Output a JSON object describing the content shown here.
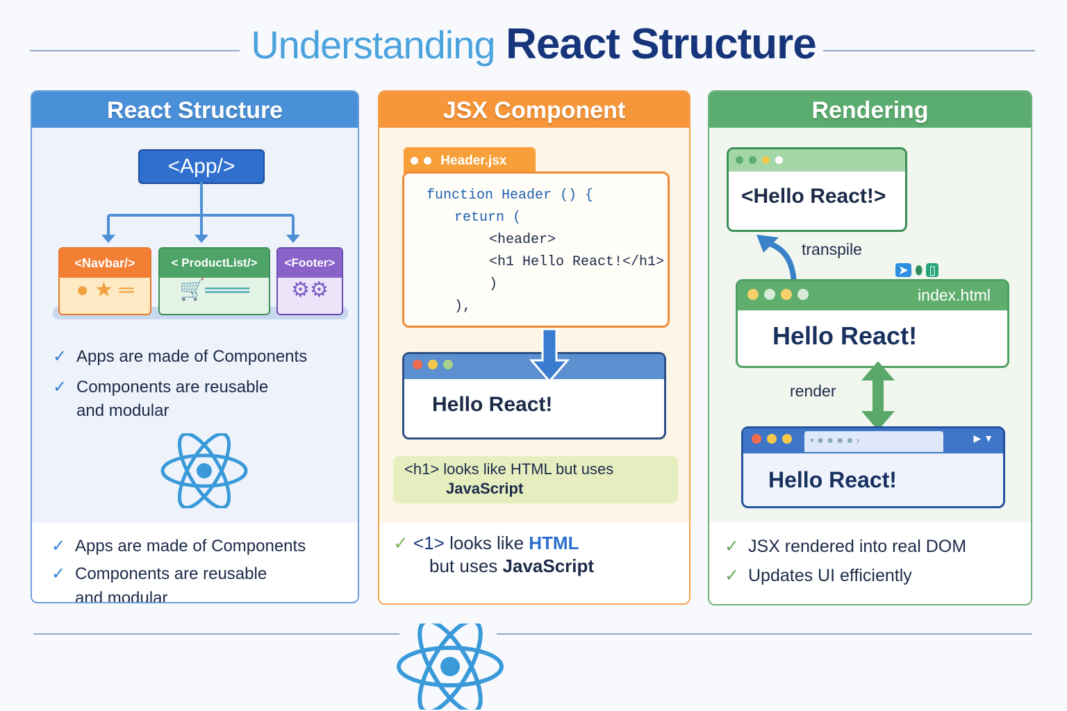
{
  "title": {
    "part1": "Understanding",
    "part2": "React Structure"
  },
  "colors": {
    "blue": "#4a90d9",
    "orange": "#f7963a",
    "green": "#5aad6e",
    "purple": "#8a63c9",
    "navy": "#16357a"
  },
  "panels": [
    {
      "title": "React Structure",
      "root": "<App/>",
      "components": [
        "<Navbar/>",
        "< ProductList/>",
        "<Footer>"
      ],
      "checks": [
        "Apps are made of Components",
        "Components are reusable",
        "and modular"
      ],
      "bottom_checks": [
        "Apps are made of Components",
        "Components are reusable",
        "and modular"
      ]
    },
    {
      "title": "JSX Component",
      "file_tab": "Header.jsx",
      "code": [
        "function Header () {",
        "return (",
        "<header>",
        "<h1 Hello React!</h1>",
        ")",
        "),"
      ],
      "output": "Hello React!",
      "note_line1": "<h1> looks like HTML but uses",
      "note_line2": "JavaScript",
      "bottom_line1_a": "<1>",
      "bottom_line1_b": "looks like",
      "bottom_line1_c": "HTML",
      "bottom_line2_a": "but uses",
      "bottom_line2_b": "JavaScript"
    },
    {
      "title": "Rendering",
      "top_window": "<Hello React!>",
      "transpile_label": "transpile",
      "index_tab": "index.html",
      "index_content": "Hello React!",
      "render_label": "render",
      "browser_content": "Hello React!",
      "bottom_checks": [
        "JSX rendered into real DOM",
        "Updates UI efficiently"
      ]
    }
  ]
}
